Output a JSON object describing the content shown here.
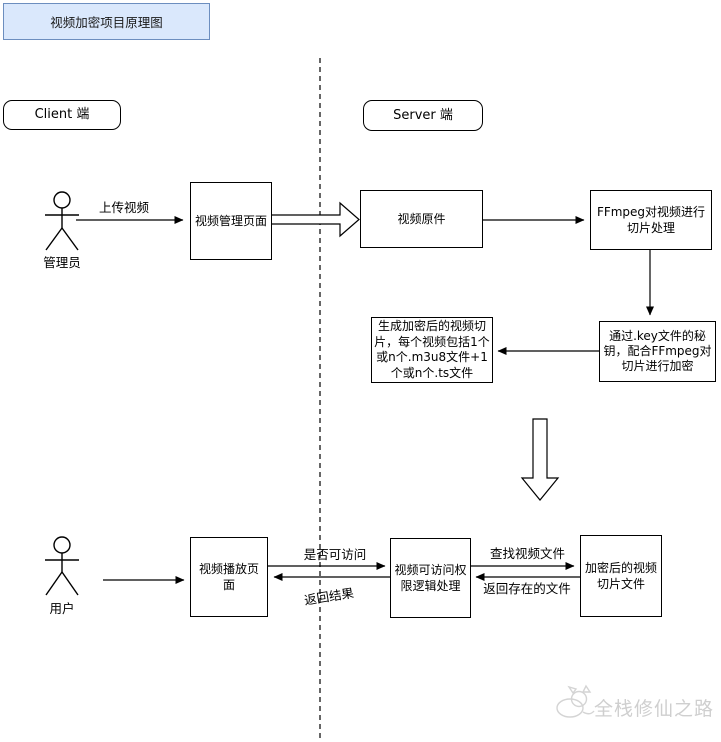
{
  "title": "视频加密项目原理图",
  "lanes": {
    "client": "Client 端",
    "server": "Server 端"
  },
  "actors": {
    "admin": "管理员",
    "user": "用户"
  },
  "nodes": {
    "video_mgmt": "视频管理页面",
    "video_original": "视频原件",
    "ffmpeg_slice": "FFmpeg对视频进行切片处理",
    "key_encrypt": "通过.key文件的秘钥，配合FFmpeg对切片进行加密",
    "generate_slices": "生成加密后的视频切片，每个视频包括1个或n个.m3u8文件+1个或n个.ts文件",
    "video_play": "视频播放页面",
    "access_logic": "视频可访问权限逻辑处理",
    "encrypted_files": "加密后的视频切片文件"
  },
  "edges": {
    "upload": "上传视频",
    "check_access": "是否可访问",
    "return_result": "返回结果",
    "find_file": "查找视频文件",
    "return_exist": "返回存在的文件"
  },
  "watermark": "全栈修仙之路",
  "colors": {
    "title_fill": "#dae8fc",
    "title_border": "#6c8ebf",
    "line": "#000000",
    "watermark": "#cfcfcf"
  }
}
